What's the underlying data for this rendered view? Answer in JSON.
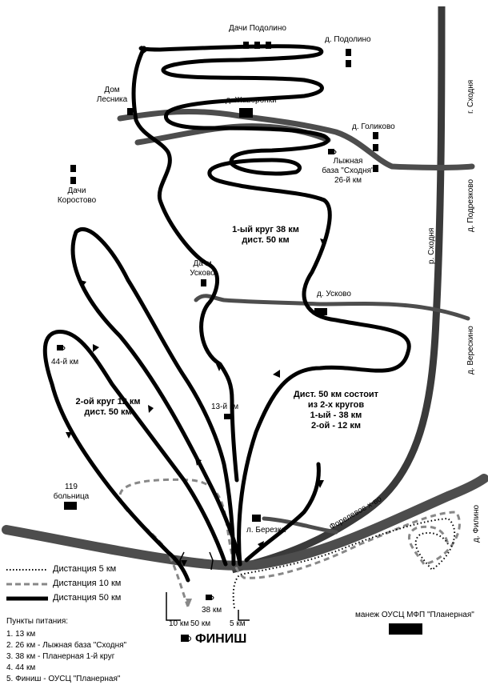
{
  "map": {
    "colors": {
      "road": "#4d4d4d",
      "river": "#3a3a3a",
      "route50": "#000000",
      "route10": "#888888",
      "route5": "#000000"
    },
    "places": {
      "dachi_podolino": "Дачи Подолино",
      "d_podolino": "д. Подолино",
      "dom_lesnika": "Дом\nЛесника",
      "d_zhavoronki": "д. Жаворонки",
      "d_golikovo": "д. Голиково",
      "lyzhnaya_baza": "Лыжная\nбаза \"Сходня\"\n26-й км",
      "dachi_korostovo": "Дачи\nКоростово",
      "dachi_uskovo": "Дачи\nУсково",
      "d_uskovo": "д. Усково",
      "km44": "44-й км",
      "km13": "13-й км",
      "bolnitsa": "119\nбольница",
      "l_berezka": "л. Березка",
      "g_skhodnya": "г. Сходня",
      "d_podreskovo": "д. Подрезково",
      "r_skhodnya": "р. Сходня",
      "d_vereskino": "д. Верескино",
      "forelevoe": "Форелевое х-во",
      "d_filino": "д. Филино",
      "manezh": "манеж ОУСЦ МФП \"Планерная\"",
      "km38": "38 км",
      "km10": "10 км",
      "km50": "50 км",
      "km5": "5 км",
      "finish": "ФИНИШ"
    },
    "annotations": {
      "loop1_line1": "1-ый круг  38 км",
      "loop1_line2": "дист. 50 км",
      "loop2_line1": "2-ой круг 12 км",
      "loop2_line2": "дист. 50 км",
      "dist_line1": "Дист. 50 км состоит",
      "dist_line2": "из 2-х кругов",
      "dist_line3": "1-ый - 38 км",
      "dist_line4": "2-ой - 12 км"
    },
    "legend": {
      "d5": "Дистанция 5 км",
      "d10": "Дистанция 10 км",
      "d50": "Дистанция 50 км"
    },
    "food_points": {
      "title": "Пункты питания:",
      "items": [
        "1. 13 км",
        "2. 26 км - Лыжная база \"Сходня\"",
        "3. 38 км - Планерная 1-й круг",
        "4. 44 км",
        "5. Финиш - ОУСЦ \"Планерная\""
      ]
    }
  }
}
